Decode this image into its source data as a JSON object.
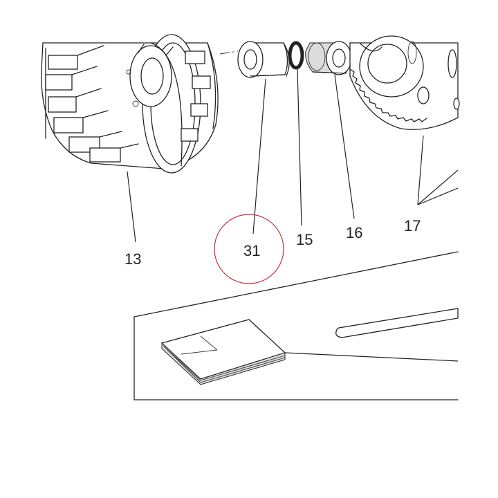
{
  "callouts": [
    {
      "id": "13",
      "label": "13"
    },
    {
      "id": "31",
      "label": "31"
    },
    {
      "id": "15",
      "label": "15"
    },
    {
      "id": "16",
      "label": "16"
    },
    {
      "id": "17",
      "label": "17"
    }
  ],
  "highlight": {
    "target": "31",
    "color": "#c8323c"
  },
  "colors": {
    "line": "#222222",
    "background": "#ffffff"
  }
}
